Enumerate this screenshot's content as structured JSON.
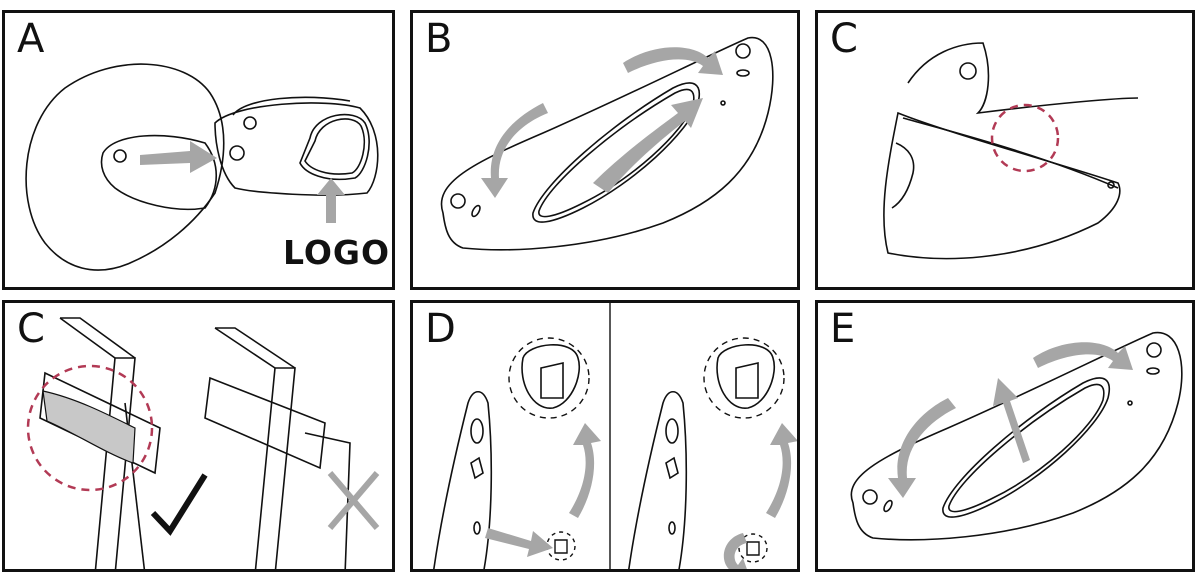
{
  "panels": [
    {
      "id": "A",
      "label": "A"
    },
    {
      "id": "B",
      "label": "B"
    },
    {
      "id": "C1",
      "label": "C"
    },
    {
      "id": "C2",
      "label": "C"
    },
    {
      "id": "D",
      "label": "D"
    },
    {
      "id": "E",
      "label": "E"
    }
  ],
  "logo_label": "LOGO",
  "colors": {
    "arrow": "#a6a6a6",
    "line": "#111111",
    "dashed_circle": "#b23a55"
  }
}
